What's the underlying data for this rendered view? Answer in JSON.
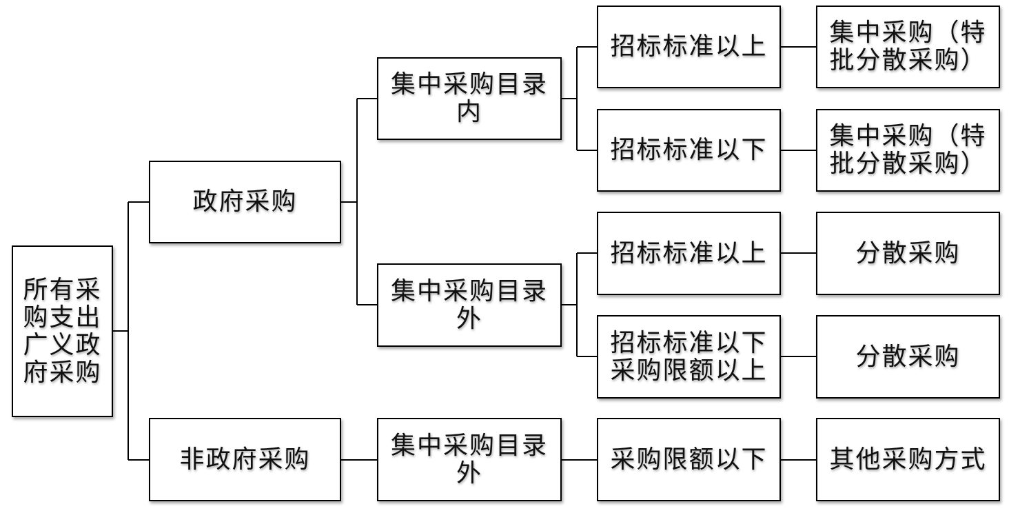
{
  "root": {
    "label": "所有采\n购支出\n广义政\n府采购"
  },
  "level1": {
    "government": "政府采购",
    "non_government": "非政府采购"
  },
  "level2": {
    "inside_catalog": "集中采购目录\n内",
    "outside_catalog": "集中采购目录\n外",
    "outside_catalog_nongov": "集中采购目录\n外"
  },
  "level3": {
    "inside_above_threshold": "招标标准以上",
    "inside_below_threshold": "招标标准以下",
    "outside_above_threshold": "招标标准以上",
    "outside_below_threshold_above_limit": "招标标准以下\n采购限额以上",
    "below_purchase_limit": "采购限额以下"
  },
  "results": {
    "r1": "集中采购（特\n批分散采购）",
    "r2": "集中采购（特\n批分散采购）",
    "r3": "分散采购",
    "r4": "分散采购",
    "r5": "其他采购方式"
  }
}
